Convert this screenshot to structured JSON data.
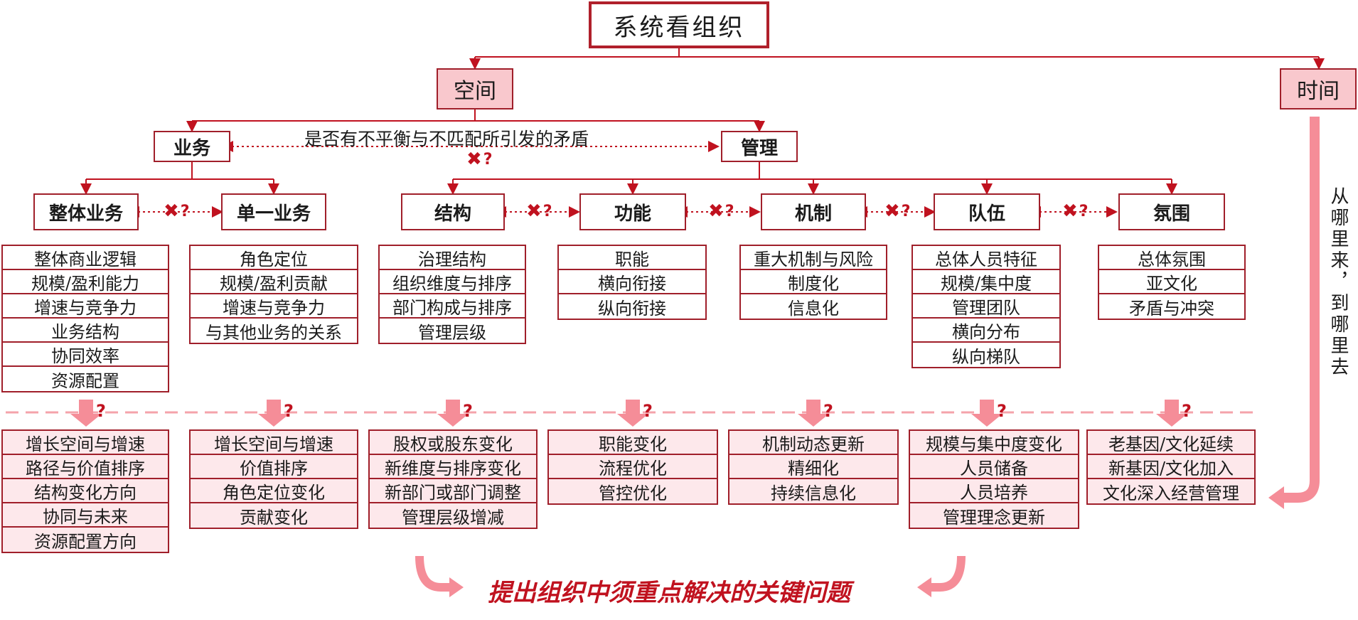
{
  "root": "系统看组织",
  "space": "空间",
  "time": "时间",
  "business": "业务",
  "management": "管理",
  "imbalance_question": "是否有不平衡与不匹配所引发的矛盾",
  "conflict_question_mark": "?",
  "time_question": "从哪里来，到哪里去",
  "conclusion": "提出组织中须重点解决的关键问题",
  "accent_color": "#c0121f",
  "border_color": "#a01f2a",
  "pink_fill": "#f9c8cd",
  "columns": [
    {
      "title": "整体业务",
      "items": [
        "整体商业逻辑",
        "规模/盈利能力",
        "增速与竞争力",
        "业务结构",
        "协同效率",
        "资源配置"
      ],
      "changes": [
        "增长空间与增速",
        "路径与价值排序",
        "结构变化方向",
        "协同与未来",
        "资源配置方向"
      ]
    },
    {
      "title": "单一业务",
      "items": [
        "角色定位",
        "规模/盈利贡献",
        "增速与竞争力",
        "与其他业务的关系"
      ],
      "changes": [
        "增长空间与增速",
        "价值排序",
        "角色定位变化",
        "贡献变化"
      ]
    },
    {
      "title": "结构",
      "items": [
        "治理结构",
        "组织维度与排序",
        "部门构成与排序",
        "管理层级"
      ],
      "changes": [
        "股权或股东变化",
        "新维度与排序变化",
        "新部门或部门调整",
        "管理层级增减"
      ]
    },
    {
      "title": "功能",
      "items": [
        "职能",
        "横向衔接",
        "纵向衔接"
      ],
      "changes": [
        "职能变化",
        "流程优化",
        "管控优化"
      ]
    },
    {
      "title": "机制",
      "items": [
        "重大机制与风险",
        "制度化",
        "信息化"
      ],
      "changes": [
        "机制动态更新",
        "精细化",
        "持续信息化"
      ]
    },
    {
      "title": "队伍",
      "items": [
        "总体人员特征",
        "规模/集中度",
        "管理团队",
        "横向分布",
        "纵向梯队"
      ],
      "changes": [
        "规模与集中度变化",
        "人员储备",
        "人员培养",
        "管理理念更新"
      ]
    },
    {
      "title": "氛围",
      "items": [
        "总体氛围",
        "亚文化",
        "矛盾与冲突"
      ],
      "changes": [
        "老基因/文化延续",
        "新基因/文化加入",
        "文化深入经营管理"
      ]
    }
  ]
}
